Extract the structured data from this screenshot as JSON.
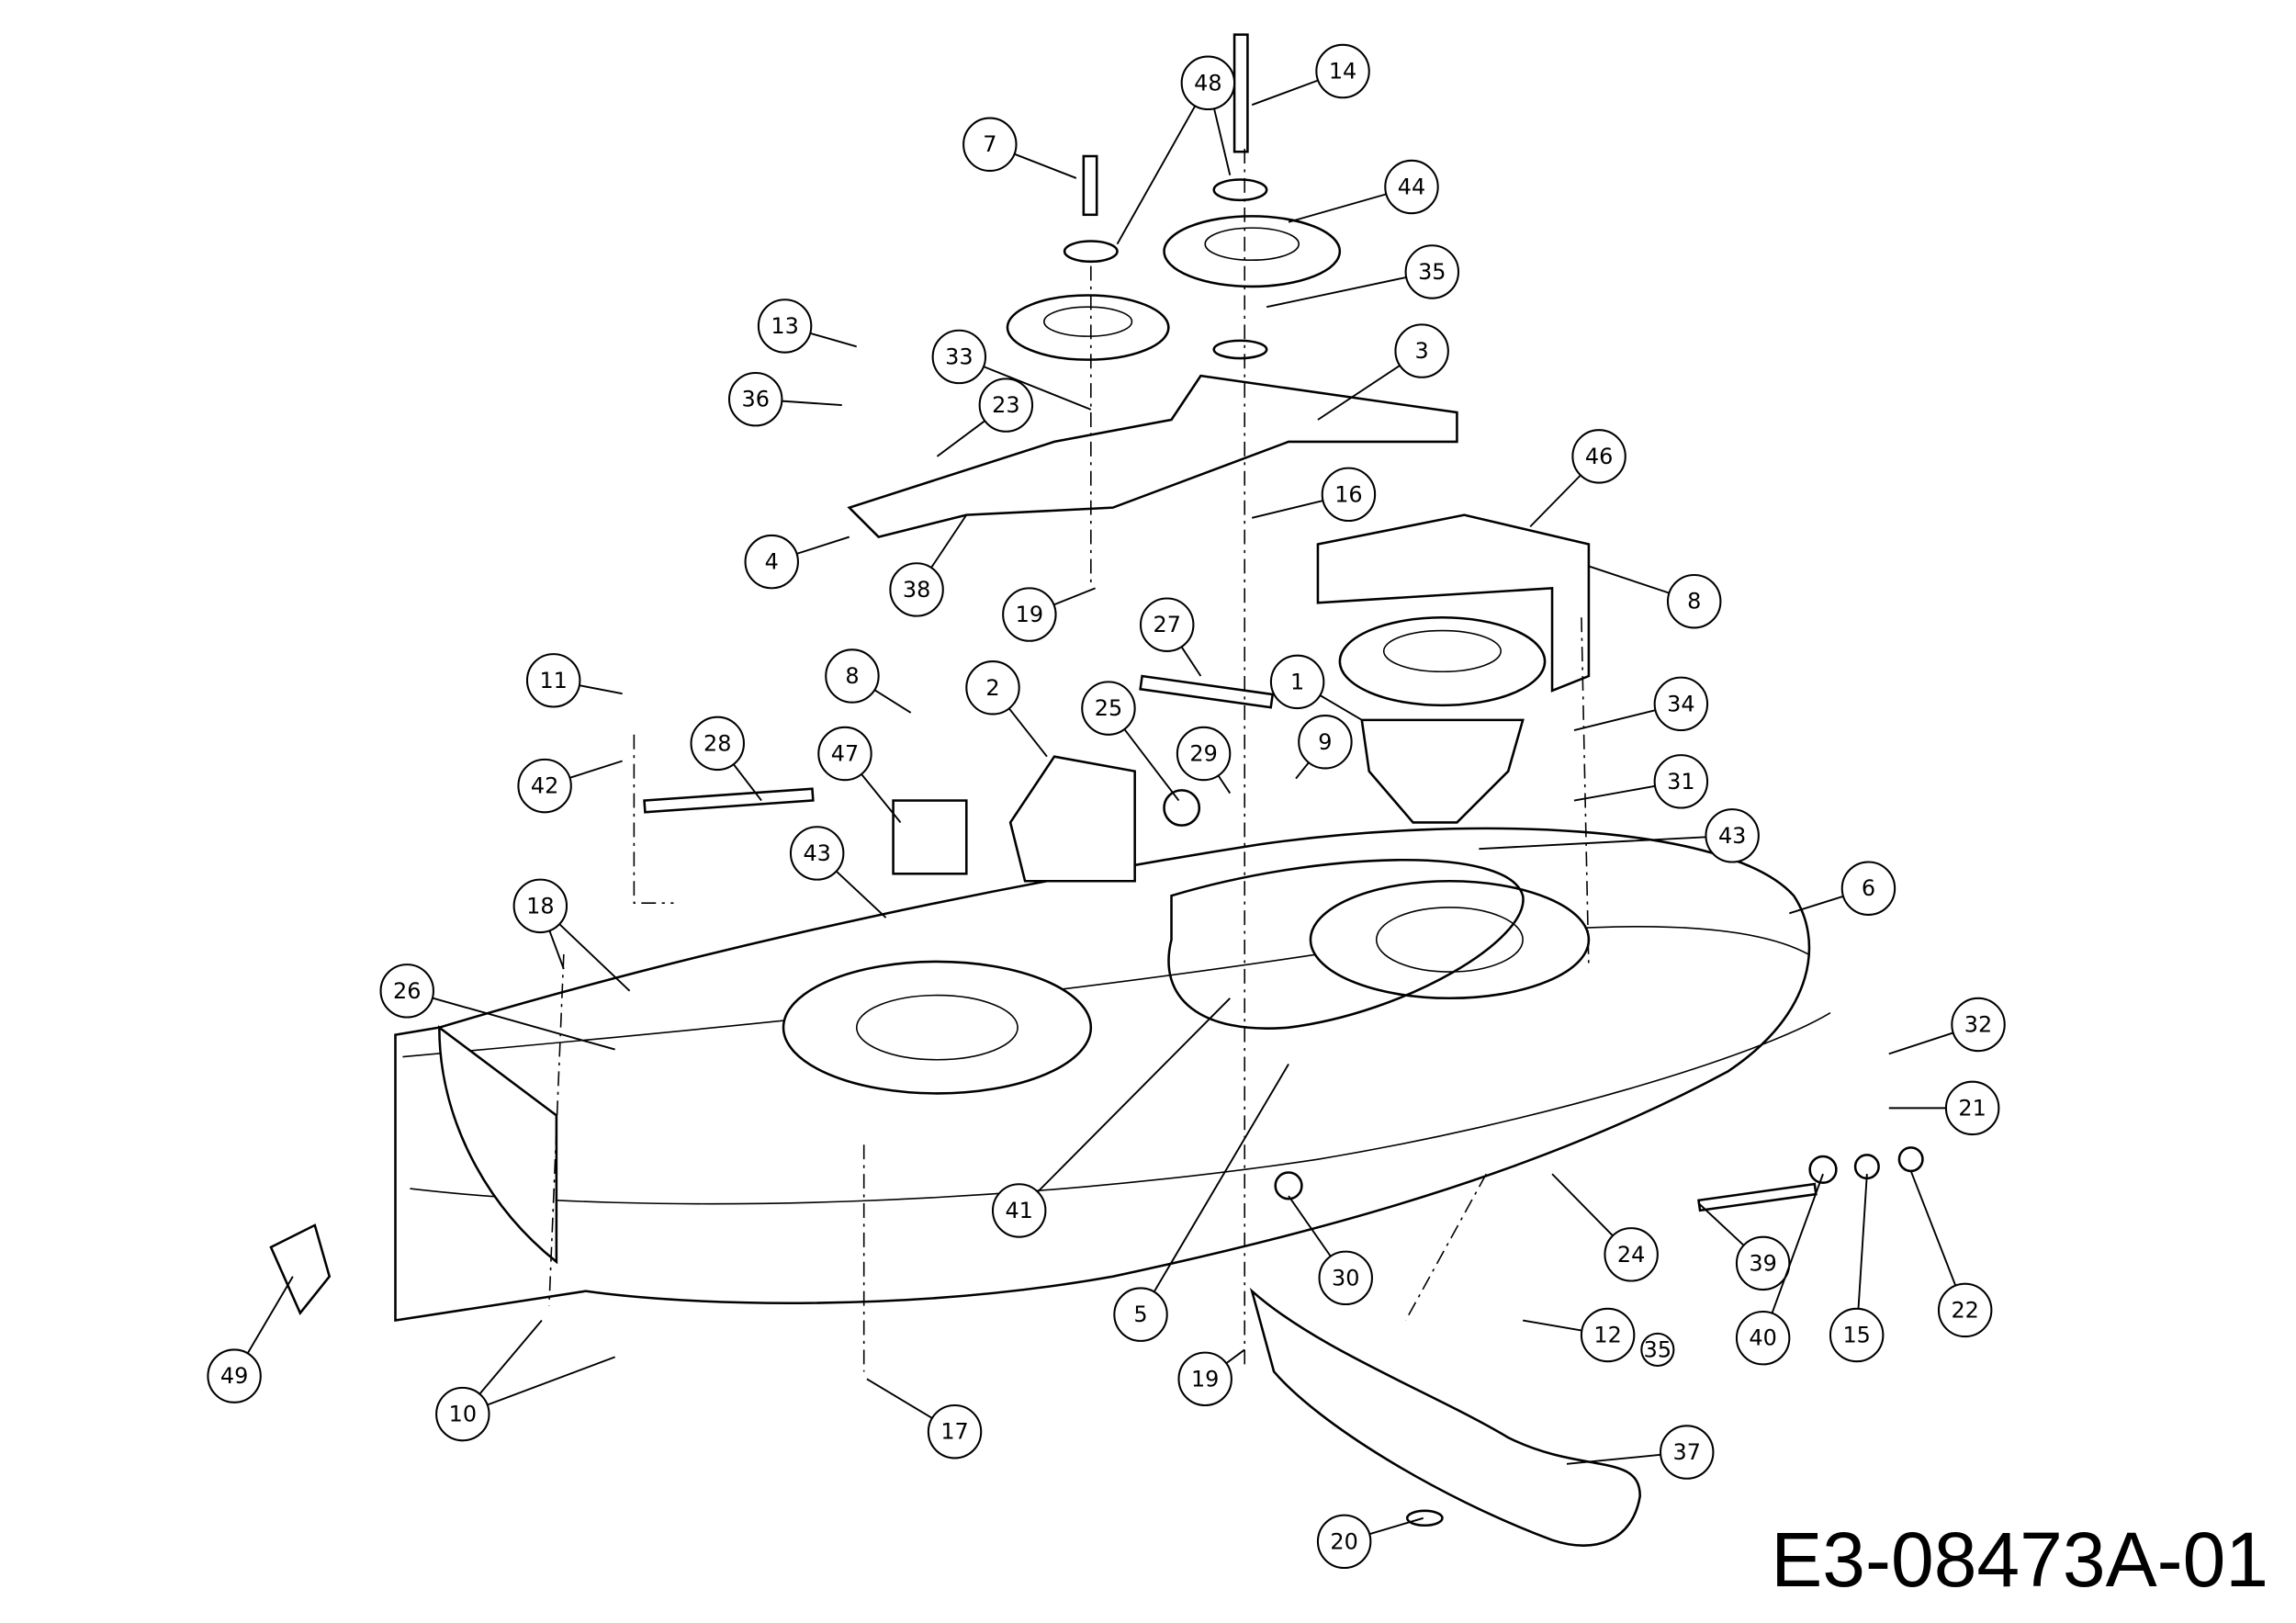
{
  "diagram": {
    "drawing_code": "E3-08473A-01",
    "callouts": [
      "14",
      "48",
      "7",
      "44",
      "35",
      "13",
      "36",
      "33",
      "23",
      "3",
      "46",
      "16",
      "4",
      "38",
      "19",
      "8",
      "27",
      "1",
      "11",
      "8",
      "2",
      "25",
      "29",
      "9",
      "34",
      "28",
      "47",
      "42",
      "31",
      "43",
      "43",
      "6",
      "18",
      "26",
      "32",
      "21",
      "41",
      "24",
      "39",
      "30",
      "5",
      "40",
      "15",
      "22",
      "12",
      "35",
      "49",
      "10",
      "17",
      "19",
      "37",
      "20"
    ]
  }
}
